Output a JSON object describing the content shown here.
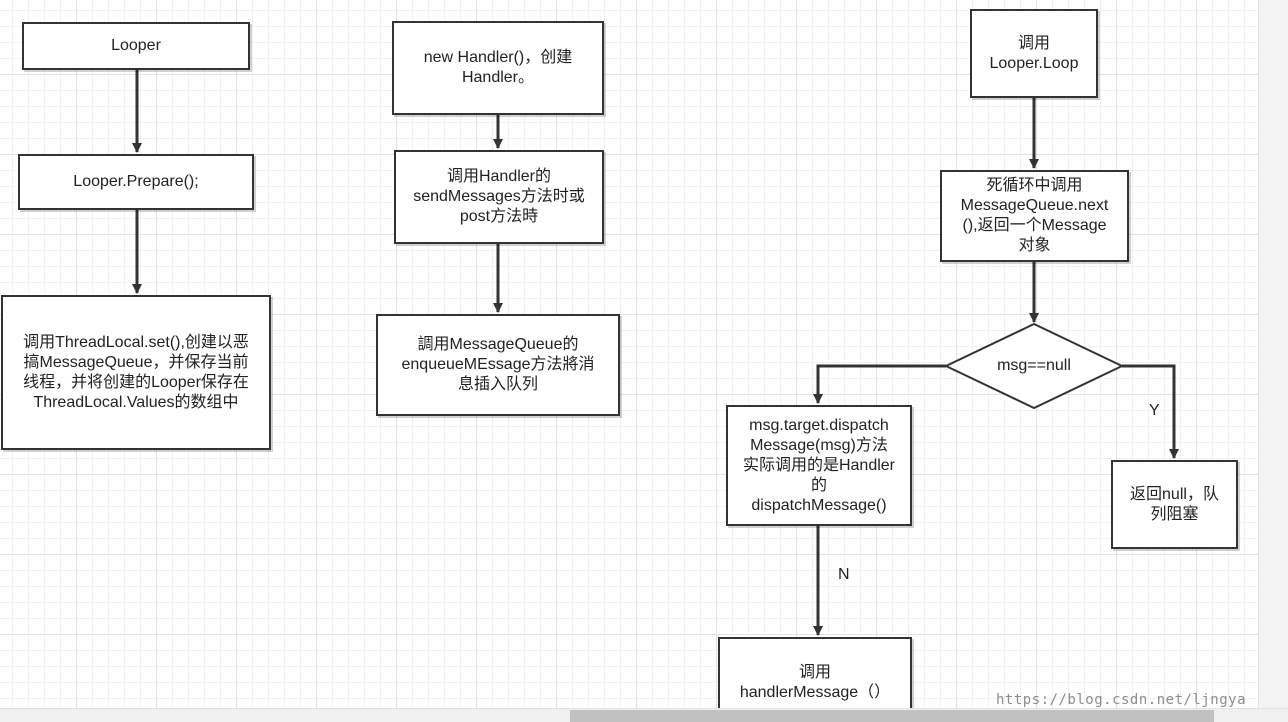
{
  "nodes": {
    "looper": [
      "Looper"
    ],
    "looper_prepare": [
      "Looper.Prepare();"
    ],
    "threadlocal_set": [
      "调用ThreadLocal.set(),创建以恶",
      "搞MessageQueue，并保存当前",
      "线程，并将创建的Looper保存在",
      "ThreadLocal.Values的数组中"
    ],
    "new_handler": [
      "new Handler()，创建",
      "Handler。"
    ],
    "send_messages": [
      "调用Handler的",
      "sendMessages方法时或",
      "post方法時"
    ],
    "enqueue_message": [
      "調用MessageQueue的",
      "enqueueMEssage方法將消",
      "息插入队列"
    ],
    "call_looper_loop": [
      "调用",
      "Looper.Loop"
    ],
    "messagequeue_next": [
      "死循环中调用",
      "MessageQueue.next",
      "(),返回一个Message",
      "对象"
    ],
    "decision": "msg==null",
    "dispatch_message": [
      "msg.target.dispatch",
      "Message(msg)方法",
      "实际调用的是Handler",
      "的",
      "dispatchMessage()"
    ],
    "return_null": [
      "返回null，队",
      "列阻塞"
    ],
    "handler_message": [
      "调用",
      "handlerMessage（）"
    ]
  },
  "edge_labels": {
    "yes": "Y",
    "no": "N"
  },
  "watermark": "https://blog.csdn.net/ljngya",
  "colors": {
    "stroke": "#333333",
    "grid_major": "#e3e3e3",
    "grid_minor": "#f1f1f1",
    "background": "#ffffff"
  }
}
